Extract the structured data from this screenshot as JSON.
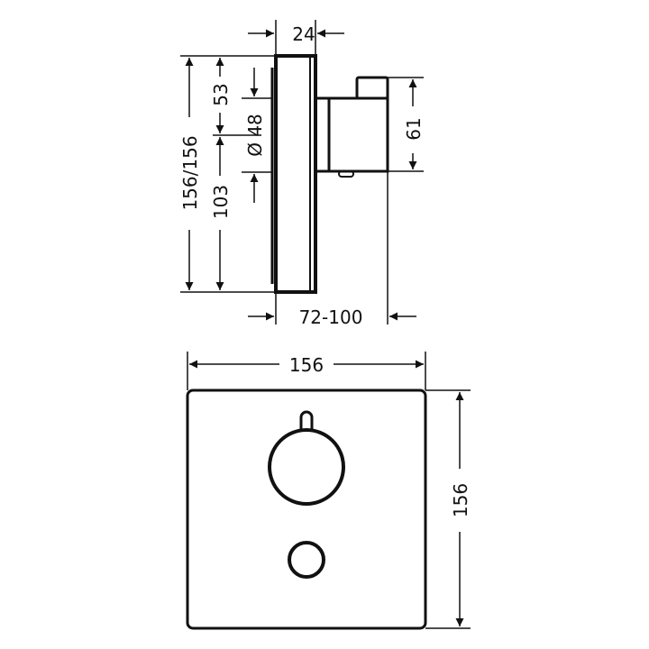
{
  "side_view": {
    "dims": {
      "depth_front": "24",
      "total_height": "156/156",
      "top_to_center": "53",
      "center_to_bottom": "103",
      "knob_diameter": "Ø 48",
      "body_height": "61",
      "wall_depth": "72-100"
    }
  },
  "front_view": {
    "dims": {
      "width": "156",
      "height": "156"
    }
  },
  "colors": {
    "line": "#111111",
    "background": "#ffffff"
  }
}
